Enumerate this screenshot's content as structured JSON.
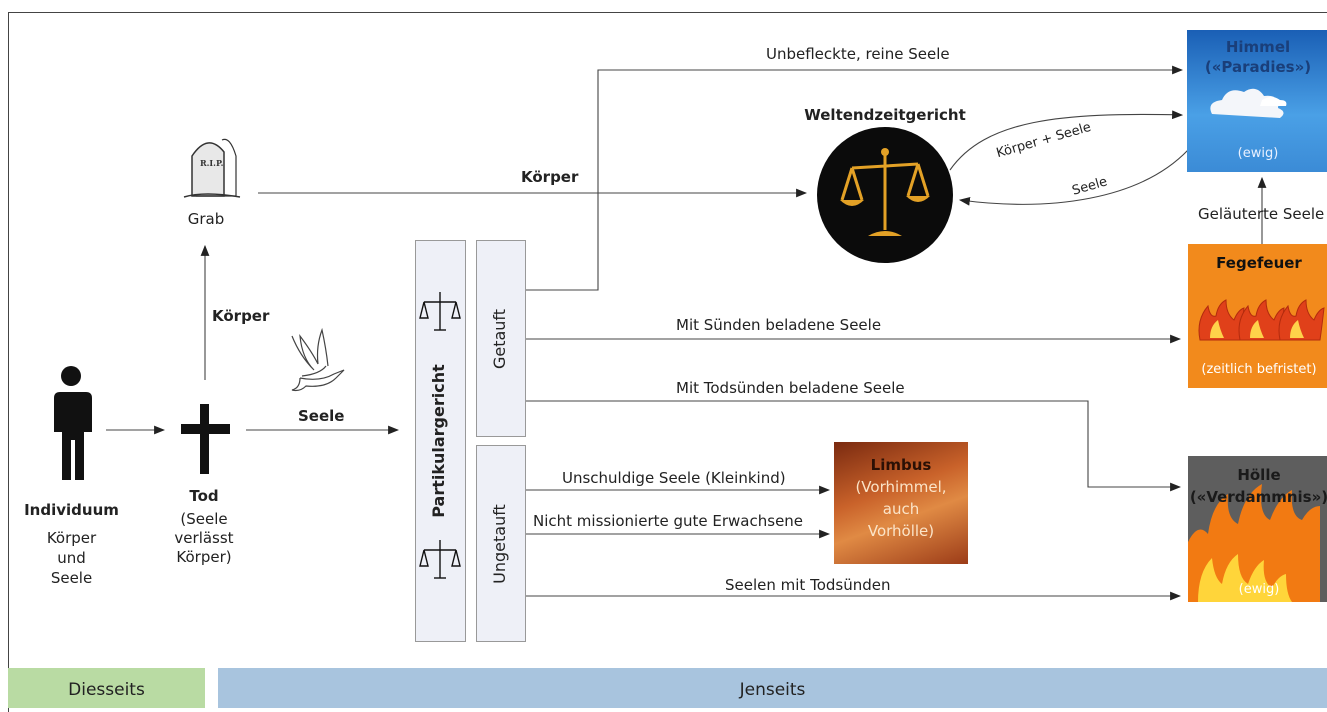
{
  "individual": {
    "title": "Individuum",
    "line1": "Körper",
    "line2": "und",
    "line3": "Seele"
  },
  "death": {
    "title": "Tod",
    "line1": "(Seele",
    "line2": "verlässt",
    "line3": "Körper)"
  },
  "grave": {
    "label": "Grab",
    "stone_text": "R.I.P."
  },
  "arrows": {
    "body_up": "Körper",
    "body_to_court": "Körper",
    "soul": "Seele",
    "pure_soul": "Unbefleckte, reine Seele",
    "body_soul": "Körper + Seele",
    "soul_back": "Seele",
    "purified": "Geläuterte Seele",
    "sins": "Mit Sünden beladene Seele",
    "mortal_sins": "Mit Todsünden beladene Seele",
    "innocent": "Unschuldige Seele (Kleinkind)",
    "unmissioned": "Nicht missionierte gute Erwachsene",
    "mortal_unbaptized": "Seelen mit Todsünden"
  },
  "particular_judgment": "Partikulargericht",
  "baptized": "Getauft",
  "unbaptized": "Ungetauft",
  "final_judgment": "Weltendzeitgericht",
  "heaven": {
    "title1": "Himmel",
    "title2": "(«Paradies»)",
    "note": "(ewig)"
  },
  "purgatory": {
    "title": "Fegefeuer",
    "note": "(zeitlich befristet)"
  },
  "limbo": {
    "title": "Limbus",
    "line1": "(Vorhimmel,",
    "line2": "auch",
    "line3": "Vorhölle)"
  },
  "hell": {
    "title1": "Hölle",
    "title2": "(«Verdammnis»)",
    "note": "(ewig)"
  },
  "regions": {
    "this_world": "Diesseits",
    "beyond": "Jenseits"
  },
  "colors": {
    "heaven": "#2b7fd0",
    "purgatory": "#f28a1c",
    "hell": "#5e5e5e",
    "limbo": "#b5561f",
    "this_world": "#b9dba3",
    "beyond": "#a8c4de",
    "court": "#eef0f7"
  }
}
